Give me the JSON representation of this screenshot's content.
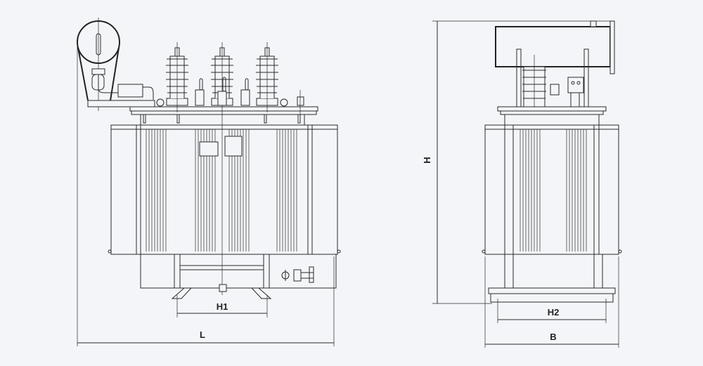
{
  "dimensions": {
    "h1": "H1",
    "l": "L",
    "h2": "H2",
    "b": "B",
    "h": "H"
  },
  "colors": {
    "line": "#2a2a2a",
    "background": "#f4f5f8"
  }
}
